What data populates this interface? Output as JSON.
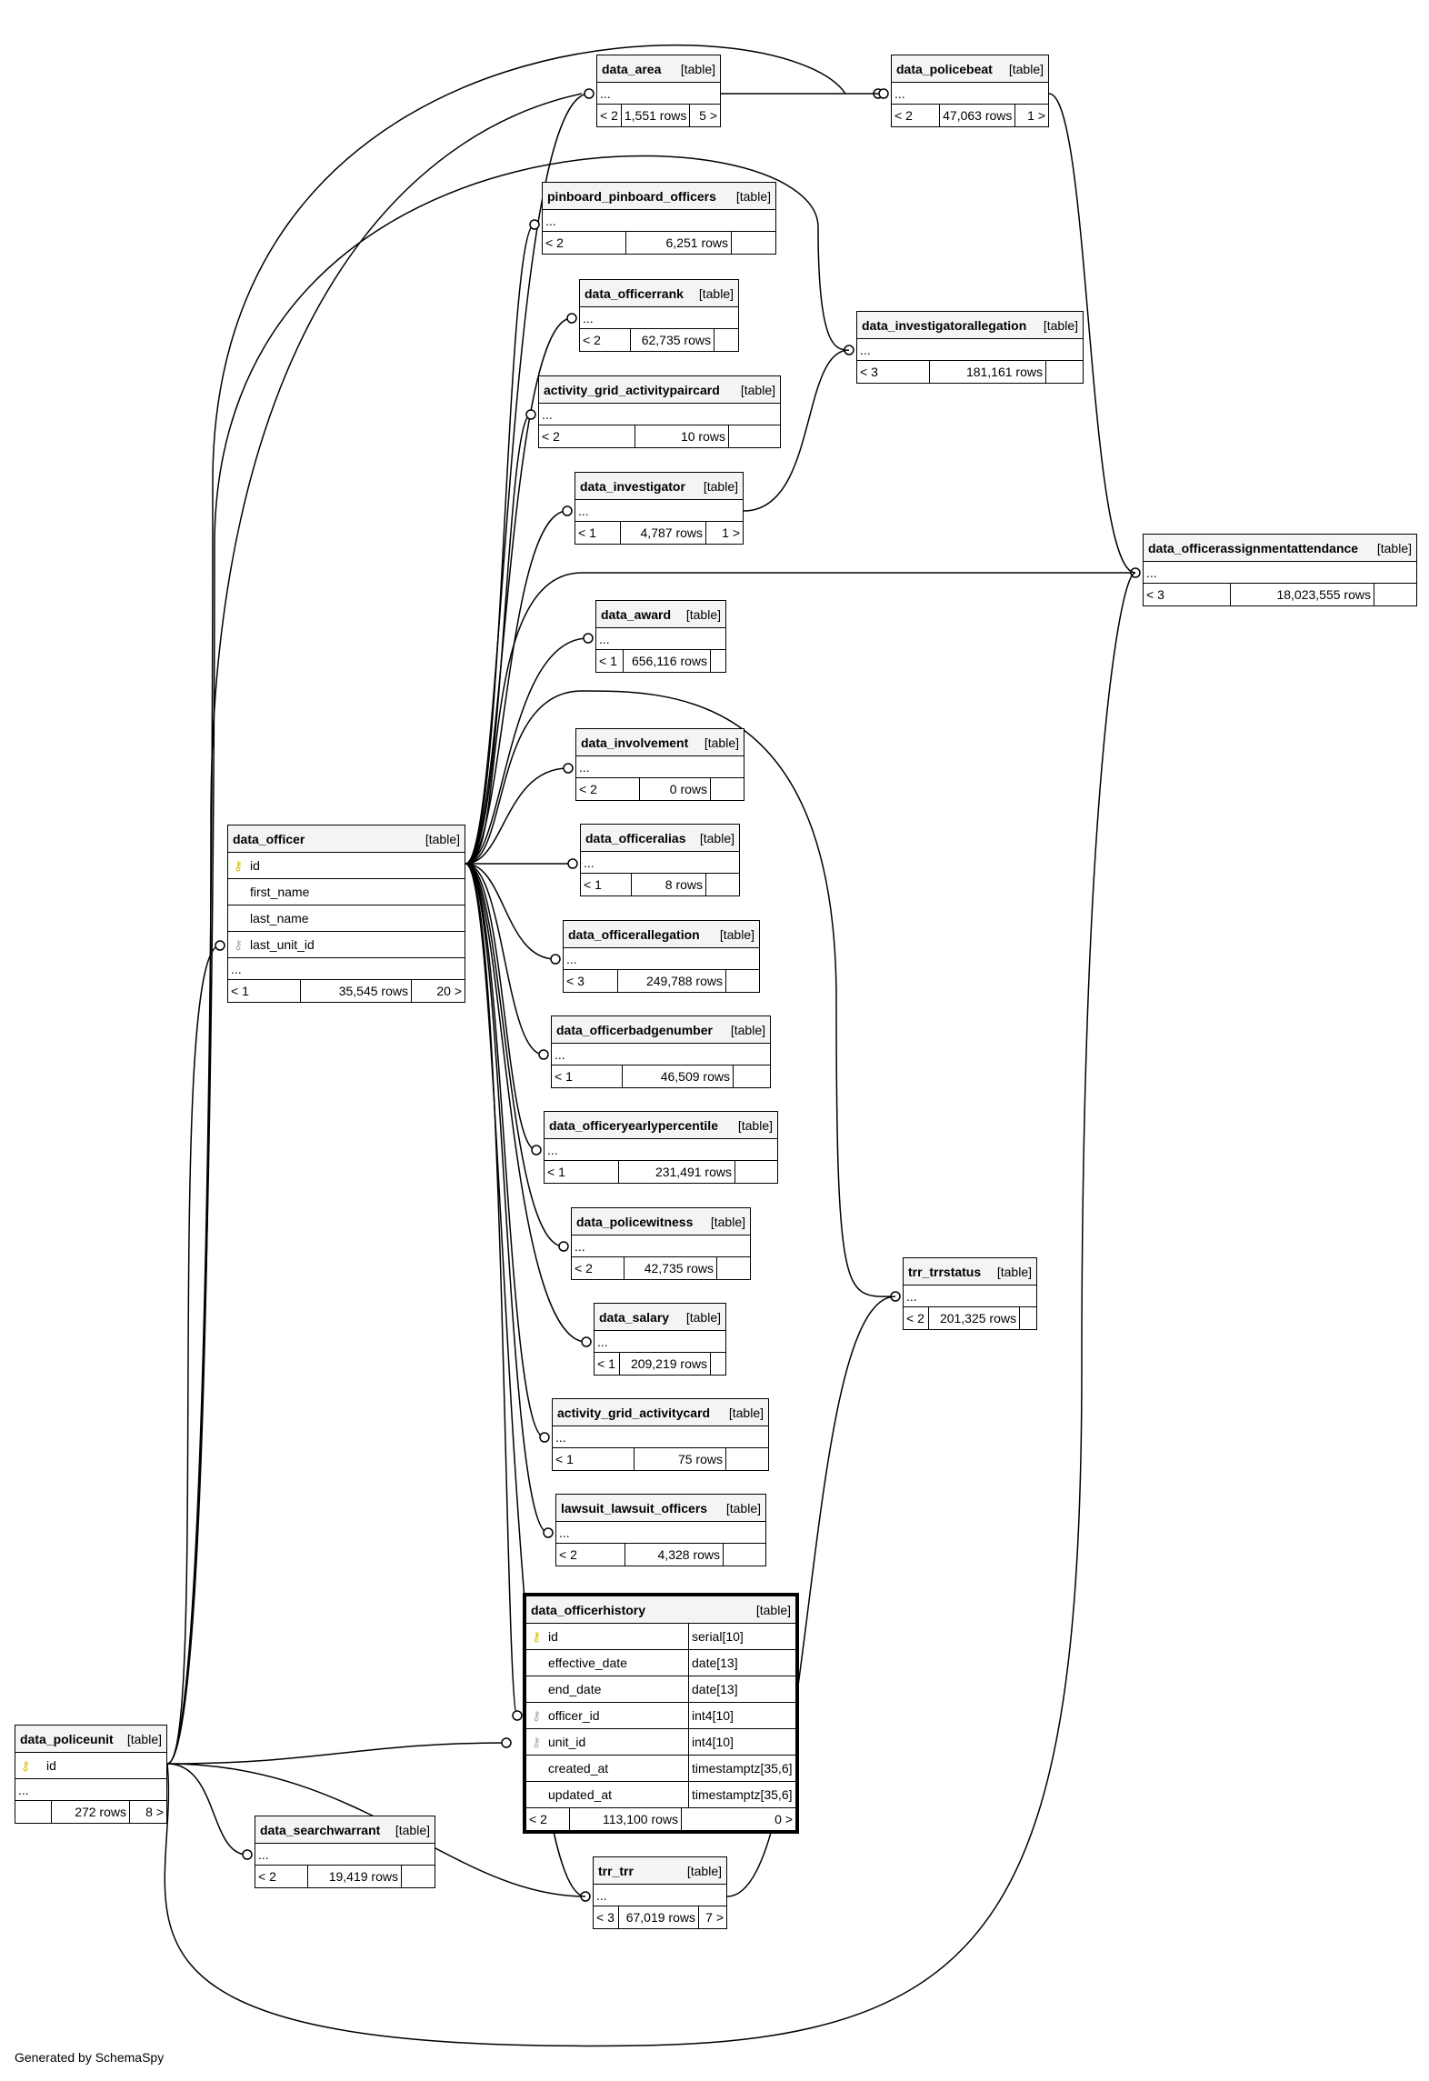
{
  "footer": "Generated by SchemaSpy",
  "tables": [
    {
      "id": "data_area",
      "name": "data_area",
      "kind": "[table]",
      "parents": "< 2",
      "rows": "1,551 rows",
      "children": "5 >"
    },
    {
      "id": "data_policebeat",
      "name": "data_policebeat",
      "kind": "[table]",
      "parents": "< 2",
      "rows": "47,063 rows",
      "children": "1 >"
    },
    {
      "id": "pinboard_pinboard_officers",
      "name": "pinboard_pinboard_officers",
      "kind": "[table]",
      "parents": "< 2",
      "rows": "6,251 rows",
      "children": ""
    },
    {
      "id": "data_officerrank",
      "name": "data_officerrank",
      "kind": "[table]",
      "parents": "< 2",
      "rows": "62,735 rows",
      "children": ""
    },
    {
      "id": "data_investigatorallegation",
      "name": "data_investigatorallegation",
      "kind": "[table]",
      "parents": "< 3",
      "rows": "181,161 rows",
      "children": ""
    },
    {
      "id": "activity_grid_activitypaircard",
      "name": "activity_grid_activitypaircard",
      "kind": "[table]",
      "parents": "< 2",
      "rows": "10 rows",
      "children": ""
    },
    {
      "id": "data_investigator",
      "name": "data_investigator",
      "kind": "[table]",
      "parents": "< 1",
      "rows": "4,787 rows",
      "children": "1 >"
    },
    {
      "id": "data_officerassignmentattendance",
      "name": "data_officerassignmentattendance",
      "kind": "[table]",
      "parents": "< 3",
      "rows": "18,023,555 rows",
      "children": ""
    },
    {
      "id": "data_award",
      "name": "data_award",
      "kind": "[table]",
      "parents": "< 1",
      "rows": "656,116 rows",
      "children": ""
    },
    {
      "id": "data_involvement",
      "name": "data_involvement",
      "kind": "[table]",
      "parents": "< 2",
      "rows": "0 rows",
      "children": ""
    },
    {
      "id": "data_officeralias",
      "name": "data_officeralias",
      "kind": "[table]",
      "parents": "< 1",
      "rows": "8 rows",
      "children": ""
    },
    {
      "id": "data_officerallegation",
      "name": "data_officerallegation",
      "kind": "[table]",
      "parents": "< 3",
      "rows": "249,788 rows",
      "children": ""
    },
    {
      "id": "data_officerbadgenumber",
      "name": "data_officerbadgenumber",
      "kind": "[table]",
      "parents": "< 1",
      "rows": "46,509 rows",
      "children": ""
    },
    {
      "id": "data_officeryearlypercentile",
      "name": "data_officeryearlypercentile",
      "kind": "[table]",
      "parents": "< 1",
      "rows": "231,491 rows",
      "children": ""
    },
    {
      "id": "data_policewitness",
      "name": "data_policewitness",
      "kind": "[table]",
      "parents": "< 2",
      "rows": "42,735 rows",
      "children": ""
    },
    {
      "id": "trr_trrstatus",
      "name": "trr_trrstatus",
      "kind": "[table]",
      "parents": "< 2",
      "rows": "201,325 rows",
      "children": ""
    },
    {
      "id": "data_salary",
      "name": "data_salary",
      "kind": "[table]",
      "parents": "< 1",
      "rows": "209,219 rows",
      "children": ""
    },
    {
      "id": "activity_grid_activitycard",
      "name": "activity_grid_activitycard",
      "kind": "[table]",
      "parents": "< 1",
      "rows": "75 rows",
      "children": ""
    },
    {
      "id": "lawsuit_lawsuit_officers",
      "name": "lawsuit_lawsuit_officers",
      "kind": "[table]",
      "parents": "< 2",
      "rows": "4,328 rows",
      "children": ""
    },
    {
      "id": "data_searchwarrant",
      "name": "data_searchwarrant",
      "kind": "[table]",
      "parents": "< 2",
      "rows": "19,419 rows",
      "children": ""
    },
    {
      "id": "trr_trr",
      "name": "trr_trr",
      "kind": "[table]",
      "parents": "< 3",
      "rows": "67,019 rows",
      "children": "7 >"
    }
  ],
  "officer": {
    "name": "data_officer",
    "kind": "[table]",
    "columns": [
      {
        "name": "id",
        "key": "pk"
      },
      {
        "name": "first_name",
        "key": ""
      },
      {
        "name": "last_name",
        "key": ""
      },
      {
        "name": "last_unit_id",
        "key": "fk"
      }
    ],
    "ellipsis": "...",
    "parents": "< 1",
    "rows": "35,545 rows",
    "children": "20 >"
  },
  "policeunit": {
    "name": "data_policeunit",
    "kind": "[table]",
    "columns": [
      {
        "name": "id",
        "key": "pk"
      }
    ],
    "ellipsis": "...",
    "parents": "",
    "rows": "272 rows",
    "children": "8 >"
  },
  "officerhistory": {
    "name": "data_officerhistory",
    "kind": "[table]",
    "columns": [
      {
        "name": "id",
        "type": "serial[10]",
        "key": "pk"
      },
      {
        "name": "effective_date",
        "type": "date[13]",
        "key": ""
      },
      {
        "name": "end_date",
        "type": "date[13]",
        "key": ""
      },
      {
        "name": "officer_id",
        "type": "int4[10]",
        "key": "fk"
      },
      {
        "name": "unit_id",
        "type": "int4[10]",
        "key": "fk"
      },
      {
        "name": "created_at",
        "type": "timestamptz[35,6]",
        "key": ""
      },
      {
        "name": "updated_at",
        "type": "timestamptz[35,6]",
        "key": ""
      }
    ],
    "parents": "< 2",
    "rows": "113,100 rows",
    "children": "0 >"
  },
  "ellipsis": "..."
}
